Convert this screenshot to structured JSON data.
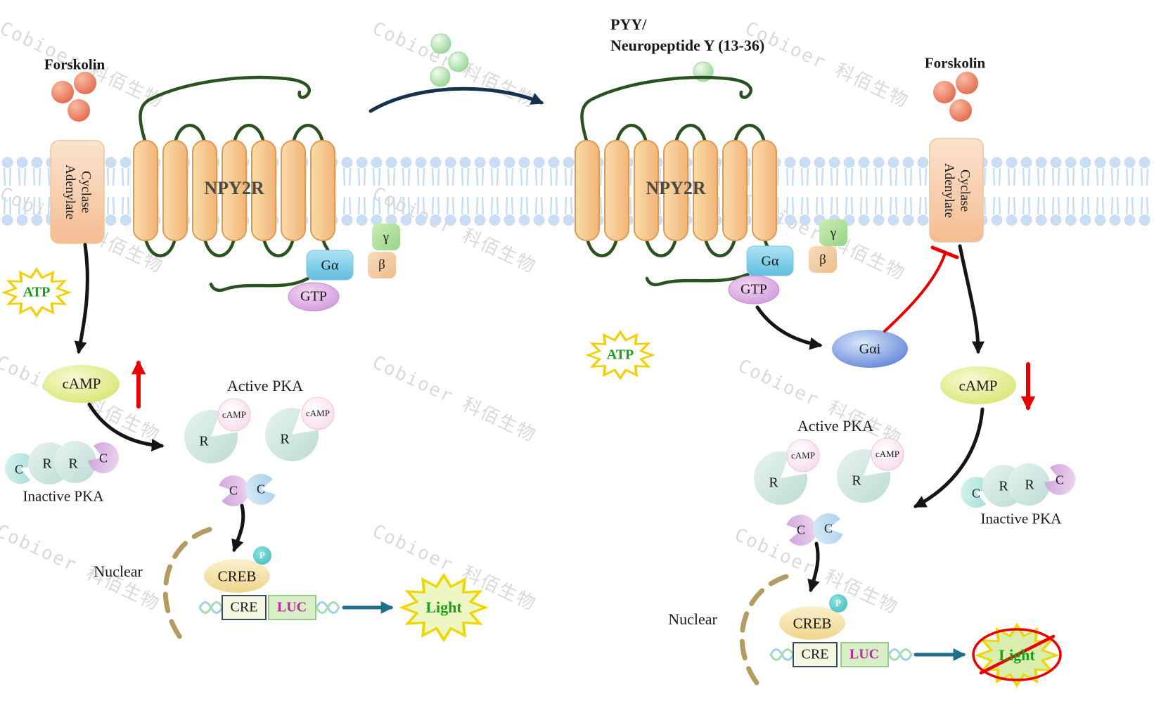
{
  "watermark": {
    "text": "Cobioer 科佰生物"
  },
  "ligand_label": {
    "line1": "PYY/",
    "line2": "Neuropeptide Y (13-36)"
  },
  "left": {
    "forskolin": "Forskolin",
    "adenylate_cyclase": "Adenylate Cyclase",
    "receptor": "NPY2R",
    "g_alpha": "Gα",
    "gtp": "GTP",
    "gamma": "γ",
    "beta": "β",
    "atp": "ATP",
    "camp": "cAMP",
    "active_pka": "Active PKA",
    "inactive_pka": "Inactive PKA",
    "r": "R",
    "c": "C",
    "camp_small": "cAMP",
    "nuclear": "Nuclear",
    "creb": "CREB",
    "p": "P",
    "cre": "CRE",
    "luc": "LUC",
    "light": "Light"
  },
  "right": {
    "forskolin": "Forskolin",
    "adenylate_cyclase": "Adenylate Cyclase",
    "receptor": "NPY2R",
    "g_alpha": "Gα",
    "gtp": "GTP",
    "gamma": "γ",
    "beta": "β",
    "g_alpha_i": "Gαi",
    "atp": "ATP",
    "camp": "cAMP",
    "active_pka": "Active PKA",
    "inactive_pka": "Inactive PKA",
    "r": "R",
    "c": "C",
    "camp_small": "cAMP",
    "nuclear": "Nuclear",
    "creb": "CREB",
    "p": "P",
    "cre": "CRE",
    "luc": "LUC",
    "light": "Light"
  },
  "colors": {
    "membrane": "#c9def2",
    "helix": "#f7c88f",
    "loop": "#2a5220",
    "inhibition_red": "#e80000",
    "atp_light_green_text": "#18a018",
    "luc_text": "#c427a0",
    "teal_arrow": "#20708c",
    "navy_arrow": "#16324f",
    "nuclear_membrane": "#b49b62"
  }
}
